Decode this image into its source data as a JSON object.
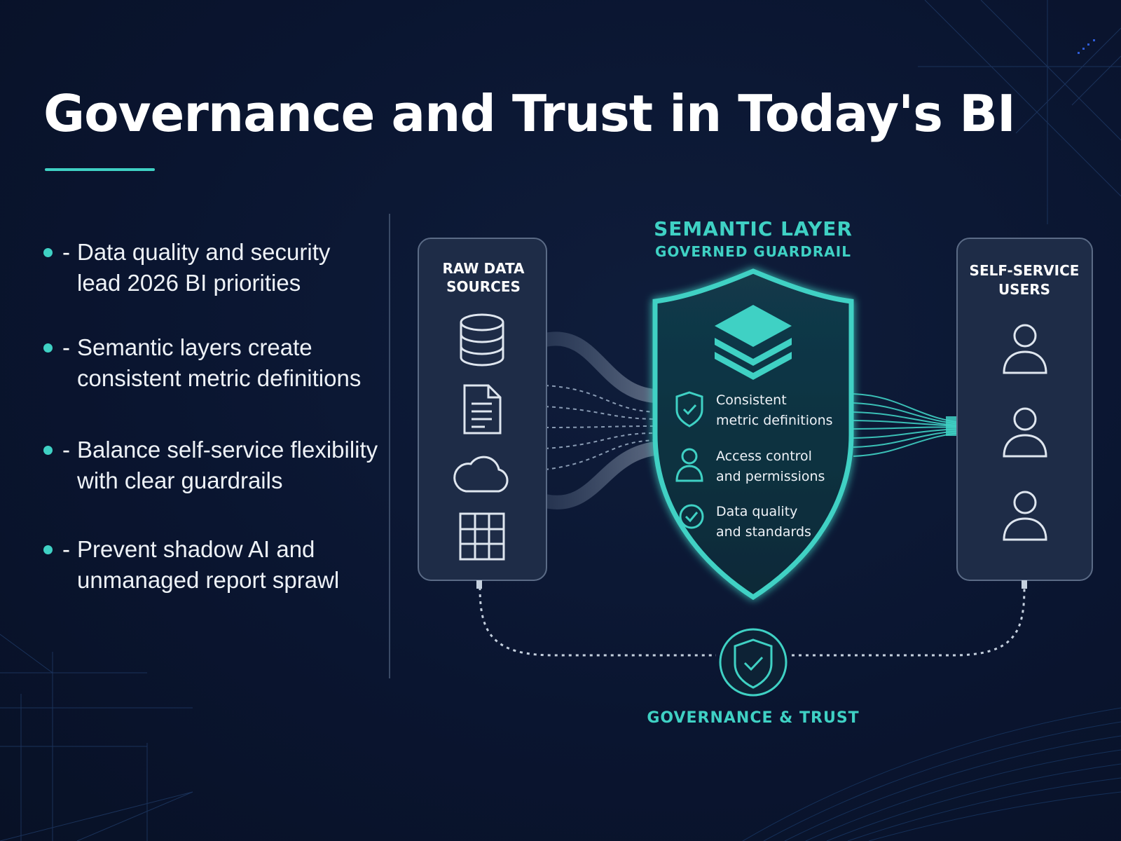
{
  "title": "Governance and Trust in Today's BI",
  "bullets": [
    {
      "dash": "-",
      "text": "Data quality and security\nlead 2026 BI priorities"
    },
    {
      "dash": "-",
      "text": "Semantic layers create\nconsistent metric definitions"
    },
    {
      "dash": "-",
      "text": "Balance self-service flexibility\nwith clear guardrails"
    },
    {
      "dash": "-",
      "text": "Prevent shadow AI and\nunmanaged report sprawl"
    }
  ],
  "diagram": {
    "sources_panel": {
      "line1": "RAW DATA",
      "line2": "SOURCES",
      "icons": [
        "database-icon",
        "document-icon",
        "cloud-icon",
        "table-icon"
      ]
    },
    "semantic_layer": {
      "title": "SEMANTIC LAYER",
      "subtitle": "GOVERNED GUARDRAIL",
      "items": [
        {
          "icon": "shield-check-icon",
          "line1": "Consistent",
          "line2": "metric definitions"
        },
        {
          "icon": "user-icon",
          "line1": "Access control",
          "line2": "and permissions"
        },
        {
          "icon": "check-circle-icon",
          "line1": "Data quality",
          "line2": "and standards"
        }
      ]
    },
    "users_panel": {
      "line1": "SELF-SERVICE",
      "line2": "USERS",
      "icons": [
        "user-icon",
        "user-icon",
        "user-icon"
      ]
    },
    "footer_label": "GOVERNANCE & TRUST"
  },
  "colors": {
    "accent": "#3fd1c4",
    "background": "#0a1530",
    "panel": "#1e2c47",
    "panel_border": "#5b6b86"
  }
}
